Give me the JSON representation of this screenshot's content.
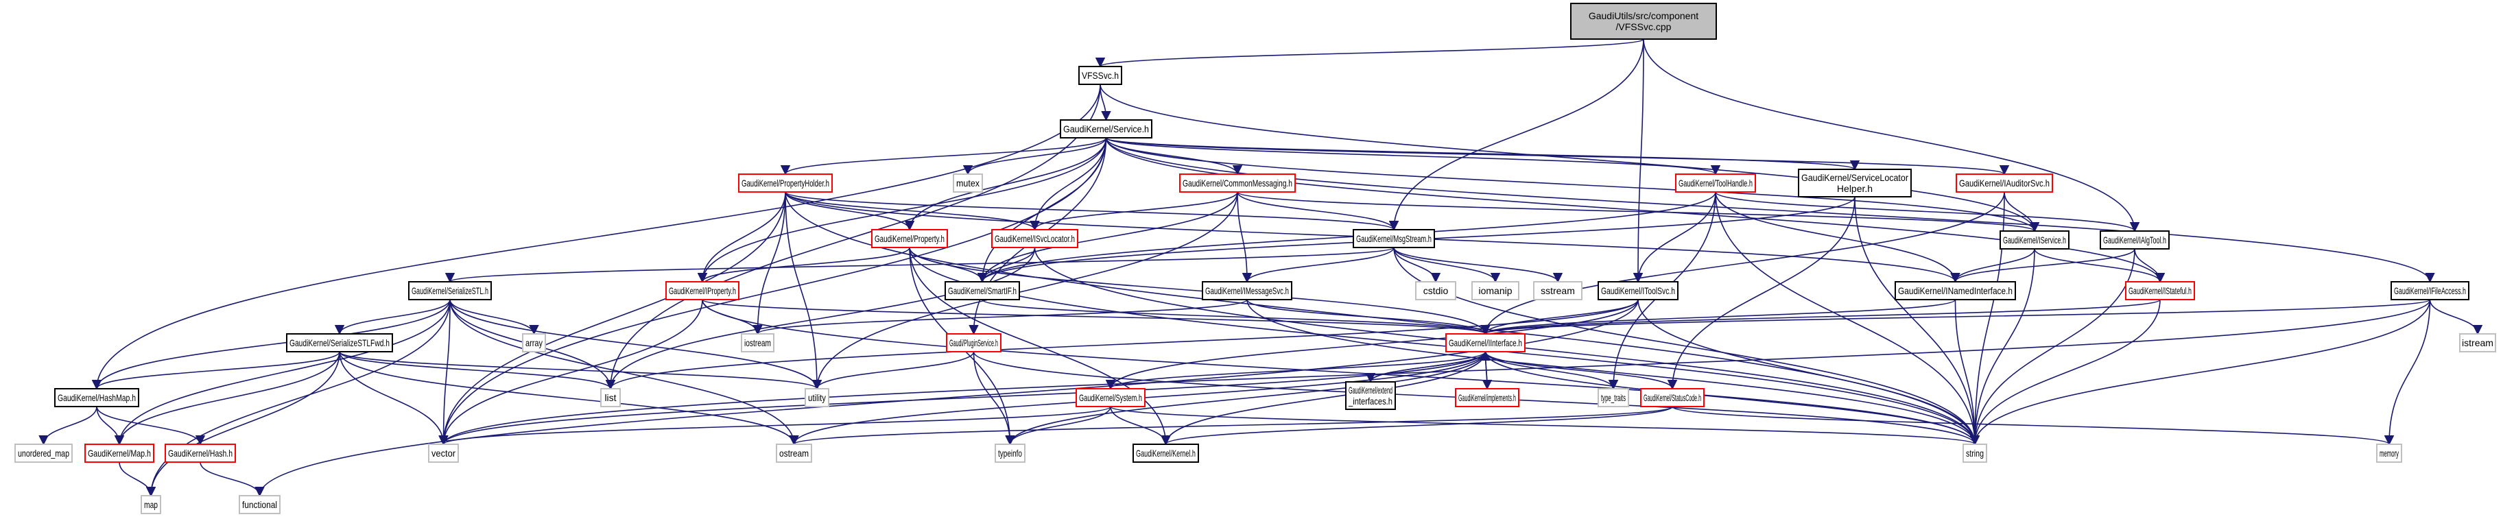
{
  "diagram": {
    "title": "GaudiUtils/src/component/VFSSvc.cpp",
    "type": "include dependency graph",
    "legend": {
      "root_fill": "#bfbfbf",
      "local_border": "#000000",
      "truncated_border": "#ff0000",
      "system_border": "#bfbfbf",
      "edge_color": "#191970"
    },
    "nodes": [
      {
        "id": "root",
        "lines": [
          "GaudiUtils/src/component",
          "/VFSSvc.cpp"
        ],
        "kind": "root"
      },
      {
        "id": "vfssvc_h",
        "lines": [
          "VFSSvc.h"
        ],
        "kind": "local"
      },
      {
        "id": "service_h",
        "lines": [
          "GaudiKernel/Service.h"
        ],
        "kind": "local"
      },
      {
        "id": "propertyholder_h",
        "lines": [
          "GaudiKernel/PropertyHolder.h"
        ],
        "kind": "red"
      },
      {
        "id": "mutex",
        "lines": [
          "mutex"
        ],
        "kind": "sys"
      },
      {
        "id": "commonmessaging_h",
        "lines": [
          "GaudiKernel/CommonMessaging.h"
        ],
        "kind": "red"
      },
      {
        "id": "toolhandle_h",
        "lines": [
          "GaudiKernel/ToolHandle.h"
        ],
        "kind": "red"
      },
      {
        "id": "servicelocatorhelper_h",
        "lines": [
          "GaudiKernel/ServiceLocator",
          "Helper.h"
        ],
        "kind": "local"
      },
      {
        "id": "iauditorsvc_h",
        "lines": [
          "GaudiKernel/IAuditorSvc.h"
        ],
        "kind": "red"
      },
      {
        "id": "property_h",
        "lines": [
          "GaudiKernel/Property.h"
        ],
        "kind": "red"
      },
      {
        "id": "isvclocator_h",
        "lines": [
          "GaudiKernel/ISvcLocator.h"
        ],
        "kind": "red"
      },
      {
        "id": "msgstream_h",
        "lines": [
          "GaudiKernel/MsgStream.h"
        ],
        "kind": "local"
      },
      {
        "id": "iservice_h",
        "lines": [
          "GaudiKernel/IService.h"
        ],
        "kind": "local"
      },
      {
        "id": "ialgtool_h",
        "lines": [
          "GaudiKernel/IAlgTool.h"
        ],
        "kind": "local"
      },
      {
        "id": "serializestl_h",
        "lines": [
          "GaudiKernel/SerializeSTL.h"
        ],
        "kind": "local"
      },
      {
        "id": "iproperty_h",
        "lines": [
          "GaudiKernel/IProperty.h"
        ],
        "kind": "red"
      },
      {
        "id": "smartif_h",
        "lines": [
          "GaudiKernel/SmartIF.h"
        ],
        "kind": "local"
      },
      {
        "id": "imessagesvc_h",
        "lines": [
          "GaudiKernel/IMessageSvc.h"
        ],
        "kind": "local"
      },
      {
        "id": "cstdio",
        "lines": [
          "cstdio"
        ],
        "kind": "sys"
      },
      {
        "id": "iomanip",
        "lines": [
          "iomanip"
        ],
        "kind": "sys"
      },
      {
        "id": "sstream",
        "lines": [
          "sstream"
        ],
        "kind": "sys"
      },
      {
        "id": "itoolsvc_h",
        "lines": [
          "GaudiKernel/IToolSvc.h"
        ],
        "kind": "local"
      },
      {
        "id": "inamedinterface_h",
        "lines": [
          "GaudiKernel/INamedInterface.h"
        ],
        "kind": "local"
      },
      {
        "id": "istateful_h",
        "lines": [
          "GaudiKernel/IStateful.h"
        ],
        "kind": "red"
      },
      {
        "id": "ifileaccess_h",
        "lines": [
          "GaudiKernel/IFileAccess.h"
        ],
        "kind": "local"
      },
      {
        "id": "serializestlfwd_h",
        "lines": [
          "GaudiKernel/SerializeSTLFwd.h"
        ],
        "kind": "local"
      },
      {
        "id": "array",
        "lines": [
          "array"
        ],
        "kind": "sys"
      },
      {
        "id": "iostream",
        "lines": [
          "iostream"
        ],
        "kind": "sys"
      },
      {
        "id": "pluginservice_h",
        "lines": [
          "Gaudi/PluginService.h"
        ],
        "kind": "red"
      },
      {
        "id": "iinterface_h",
        "lines": [
          "GaudiKernel/IInterface.h"
        ],
        "kind": "red"
      },
      {
        "id": "istream",
        "lines": [
          "istream"
        ],
        "kind": "sys"
      },
      {
        "id": "hashmap_h",
        "lines": [
          "GaudiKernel/HashMap.h"
        ],
        "kind": "local"
      },
      {
        "id": "list",
        "lines": [
          "list"
        ],
        "kind": "sys"
      },
      {
        "id": "utility",
        "lines": [
          "utility"
        ],
        "kind": "sys"
      },
      {
        "id": "system_h",
        "lines": [
          "GaudiKernel/System.h"
        ],
        "kind": "red"
      },
      {
        "id": "extend_interfaces_h",
        "lines": [
          "GaudiKernel/extend",
          "_interfaces.h"
        ],
        "kind": "local"
      },
      {
        "id": "implements_h",
        "lines": [
          "GaudiKernel/implements.h"
        ],
        "kind": "red"
      },
      {
        "id": "type_traits",
        "lines": [
          "type_traits"
        ],
        "kind": "sys"
      },
      {
        "id": "statuscode_h",
        "lines": [
          "GaudiKernel/StatusCode.h"
        ],
        "kind": "red"
      },
      {
        "id": "unordered_map",
        "lines": [
          "unordered_map"
        ],
        "kind": "sys"
      },
      {
        "id": "map_h",
        "lines": [
          "GaudiKernel/Map.h"
        ],
        "kind": "red"
      },
      {
        "id": "hash_h",
        "lines": [
          "GaudiKernel/Hash.h"
        ],
        "kind": "red"
      },
      {
        "id": "vector",
        "lines": [
          "vector"
        ],
        "kind": "sys"
      },
      {
        "id": "ostream",
        "lines": [
          "ostream"
        ],
        "kind": "sys"
      },
      {
        "id": "typeinfo",
        "lines": [
          "typeinfo"
        ],
        "kind": "sys"
      },
      {
        "id": "kernel_h",
        "lines": [
          "GaudiKernel/Kernel.h"
        ],
        "kind": "local"
      },
      {
        "id": "string",
        "lines": [
          "string"
        ],
        "kind": "sys"
      },
      {
        "id": "memory",
        "lines": [
          "memory"
        ],
        "kind": "sys"
      },
      {
        "id": "map",
        "lines": [
          "map"
        ],
        "kind": "sys"
      },
      {
        "id": "functional",
        "lines": [
          "functional"
        ],
        "kind": "sys"
      }
    ],
    "edges": [
      [
        "root",
        "vfssvc_h"
      ],
      [
        "root",
        "msgstream_h"
      ],
      [
        "root",
        "itoolsvc_h"
      ],
      [
        "root",
        "ialgtool_h"
      ],
      [
        "vfssvc_h",
        "service_h"
      ],
      [
        "vfssvc_h",
        "hashmap_h"
      ],
      [
        "vfssvc_h",
        "list"
      ],
      [
        "vfssvc_h",
        "iservice_h"
      ],
      [
        "service_h",
        "propertyholder_h"
      ],
      [
        "service_h",
        "mutex"
      ],
      [
        "service_h",
        "commonmessaging_h"
      ],
      [
        "service_h",
        "toolhandle_h"
      ],
      [
        "service_h",
        "servicelocatorhelper_h"
      ],
      [
        "service_h",
        "iauditorsvc_h"
      ],
      [
        "service_h",
        "property_h"
      ],
      [
        "service_h",
        "isvclocator_h"
      ],
      [
        "service_h",
        "iproperty_h"
      ],
      [
        "service_h",
        "smartif_h"
      ],
      [
        "service_h",
        "iservice_h"
      ],
      [
        "service_h",
        "istateful_h"
      ],
      [
        "service_h",
        "ifileaccess_h"
      ],
      [
        "service_h",
        "vector"
      ],
      [
        "service_h",
        "pluginservice_h"
      ],
      [
        "propertyholder_h",
        "property_h"
      ],
      [
        "propertyholder_h",
        "isvclocator_h"
      ],
      [
        "propertyholder_h",
        "iproperty_h"
      ],
      [
        "propertyholder_h",
        "msgstream_h"
      ],
      [
        "propertyholder_h",
        "inamedinterface_h"
      ],
      [
        "propertyholder_h",
        "iostream"
      ],
      [
        "propertyholder_h",
        "utility"
      ],
      [
        "propertyholder_h",
        "vector"
      ],
      [
        "propertyholder_h",
        "string"
      ],
      [
        "commonmessaging_h",
        "msgstream_h"
      ],
      [
        "commonmessaging_h",
        "imessagesvc_h"
      ],
      [
        "commonmessaging_h",
        "isvclocator_h"
      ],
      [
        "commonmessaging_h",
        "smartif_h"
      ],
      [
        "commonmessaging_h",
        "iservice_h"
      ],
      [
        "commonmessaging_h",
        "utility"
      ],
      [
        "toolhandle_h",
        "itoolsvc_h"
      ],
      [
        "toolhandle_h",
        "ialgtool_h"
      ],
      [
        "toolhandle_h",
        "inamedinterface_h"
      ],
      [
        "toolhandle_h",
        "type_traits"
      ],
      [
        "toolhandle_h",
        "string"
      ],
      [
        "toolhandle_h",
        "smartif_h"
      ],
      [
        "servicelocatorhelper_h",
        "statuscode_h"
      ],
      [
        "servicelocatorhelper_h",
        "smartif_h"
      ],
      [
        "servicelocatorhelper_h",
        "string"
      ],
      [
        "iauditorsvc_h",
        "iservice_h"
      ],
      [
        "iauditorsvc_h",
        "iinterface_h"
      ],
      [
        "iauditorsvc_h",
        "string"
      ],
      [
        "property_h",
        "iproperty_h"
      ],
      [
        "property_h",
        "smartif_h"
      ],
      [
        "property_h",
        "iinterface_h"
      ],
      [
        "property_h",
        "typeinfo"
      ],
      [
        "property_h",
        "string"
      ],
      [
        "property_h",
        "kernel_h"
      ],
      [
        "isvclocator_h",
        "smartif_h"
      ],
      [
        "isvclocator_h",
        "list"
      ],
      [
        "isvclocator_h",
        "string"
      ],
      [
        "msgstream_h",
        "serializestl_h"
      ],
      [
        "msgstream_h",
        "imessagesvc_h"
      ],
      [
        "msgstream_h",
        "cstdio"
      ],
      [
        "msgstream_h",
        "iomanip"
      ],
      [
        "msgstream_h",
        "sstream"
      ],
      [
        "msgstream_h",
        "string"
      ],
      [
        "iservice_h",
        "inamedinterface_h"
      ],
      [
        "iservice_h",
        "istateful_h"
      ],
      [
        "iservice_h",
        "string"
      ],
      [
        "ialgtool_h",
        "inamedinterface_h"
      ],
      [
        "ialgtool_h",
        "istateful_h"
      ],
      [
        "ialgtool_h",
        "string"
      ],
      [
        "serializestl_h",
        "serializestlfwd_h"
      ],
      [
        "serializestl_h",
        "hashmap_h"
      ],
      [
        "serializestl_h",
        "map_h"
      ],
      [
        "serializestl_h",
        "array"
      ],
      [
        "serializestl_h",
        "list"
      ],
      [
        "serializestl_h",
        "utility"
      ],
      [
        "serializestl_h",
        "vector"
      ],
      [
        "serializestl_h",
        "ostream"
      ],
      [
        "serializestl_h",
        "map"
      ],
      [
        "iproperty_h",
        "iinterface_h"
      ],
      [
        "iproperty_h",
        "iostream"
      ],
      [
        "iproperty_h",
        "vector"
      ],
      [
        "iproperty_h",
        "string"
      ],
      [
        "smartif_h",
        "iinterface_h"
      ],
      [
        "imessagesvc_h",
        "iinterface_h"
      ],
      [
        "imessagesvc_h",
        "iostream"
      ],
      [
        "imessagesvc_h",
        "string"
      ],
      [
        "itoolsvc_h",
        "iinterface_h"
      ],
      [
        "itoolsvc_h",
        "system_h"
      ],
      [
        "itoolsvc_h",
        "list"
      ],
      [
        "itoolsvc_h",
        "string"
      ],
      [
        "itoolsvc_h",
        "functional"
      ],
      [
        "inamedinterface_h",
        "iinterface_h"
      ],
      [
        "inamedinterface_h",
        "string"
      ],
      [
        "istateful_h",
        "iinterface_h"
      ],
      [
        "istateful_h",
        "string"
      ],
      [
        "ifileaccess_h",
        "iinterface_h"
      ],
      [
        "ifileaccess_h",
        "istream"
      ],
      [
        "ifileaccess_h",
        "memory"
      ],
      [
        "ifileaccess_h",
        "string"
      ],
      [
        "ifileaccess_h",
        "vector"
      ],
      [
        "serializestlfwd_h",
        "hashmap_h"
      ],
      [
        "serializestlfwd_h",
        "map_h"
      ],
      [
        "serializestlfwd_h",
        "list"
      ],
      [
        "serializestlfwd_h",
        "utility"
      ],
      [
        "serializestlfwd_h",
        "vector"
      ],
      [
        "serializestlfwd_h",
        "ostream"
      ],
      [
        "serializestlfwd_h",
        "map"
      ],
      [
        "pluginservice_h",
        "utility"
      ],
      [
        "pluginservice_h",
        "typeinfo"
      ],
      [
        "pluginservice_h",
        "string"
      ],
      [
        "iinterface_h",
        "system_h"
      ],
      [
        "iinterface_h",
        "extend_interfaces_h"
      ],
      [
        "iinterface_h",
        "implements_h"
      ],
      [
        "iinterface_h",
        "type_traits"
      ],
      [
        "iinterface_h",
        "statuscode_h"
      ],
      [
        "iinterface_h",
        "kernel_h"
      ],
      [
        "iinterface_h",
        "ostream"
      ],
      [
        "iinterface_h",
        "typeinfo"
      ],
      [
        "iinterface_h",
        "vector"
      ],
      [
        "iinterface_h",
        "string"
      ],
      [
        "extend_interfaces_h",
        "iinterface_h"
      ],
      [
        "implements_h",
        "iinterface_h"
      ],
      [
        "hashmap_h",
        "unordered_map"
      ],
      [
        "hashmap_h",
        "map_h"
      ],
      [
        "hashmap_h",
        "hash_h"
      ],
      [
        "system_h",
        "kernel_h"
      ],
      [
        "system_h",
        "typeinfo"
      ],
      [
        "system_h",
        "vector"
      ],
      [
        "system_h",
        "string"
      ],
      [
        "statuscode_h",
        "ostream"
      ],
      [
        "statuscode_h",
        "kernel_h"
      ],
      [
        "statuscode_h",
        "memory"
      ],
      [
        "map_h",
        "map"
      ],
      [
        "hash_h",
        "functional"
      ]
    ]
  }
}
